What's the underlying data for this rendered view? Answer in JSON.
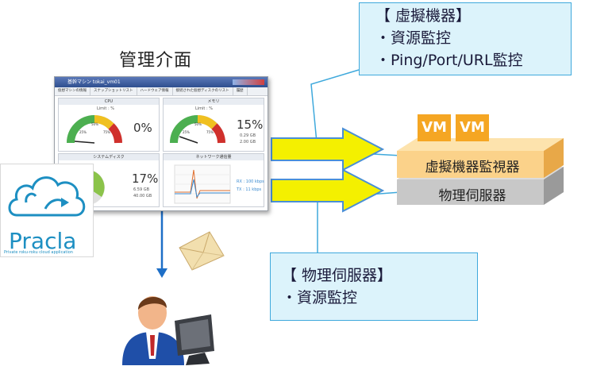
{
  "diagram": {
    "title": "管理介面",
    "callout_virtual": {
      "heading": "【 虛擬機器】",
      "items": [
        "・資源監控",
        "・Ping/Port/URL監控"
      ]
    },
    "callout_physical": {
      "heading": "【 物理伺服器】",
      "items": [
        "・資源監控"
      ]
    },
    "server": {
      "vm_label": "VM",
      "monitor_label": "虛擬機器監視器",
      "physical_label": "物理伺服器"
    },
    "logo": {
      "word": "Pracla",
      "tagline": "Private roku-roku cloud application"
    },
    "dashboard": {
      "window_title": "基幹マシン  tokai_vm01",
      "tabs": [
        "仮想マシンの情報",
        "スナップショットリスト",
        "ハードウェア情報",
        "接続された仮想ディスクのリスト",
        "履歴"
      ],
      "cpu": {
        "title": "CPU",
        "unit": "Limit : %",
        "value": "0%"
      },
      "memory": {
        "title": "メモリ",
        "unit": "Limit : %",
        "value": "15%",
        "details": [
          "0.29 GB",
          "2.00 GB"
        ]
      },
      "disk": {
        "title": "システムディスク",
        "value": "17%",
        "details": [
          "6.59 GB",
          "40.00 GB"
        ]
      },
      "network": {
        "title": "ネットワーク通信量",
        "details": [
          "RX : 100 kbps",
          "TX : 11 kbps"
        ]
      },
      "gauge_ticks": [
        "25%",
        "50%",
        "75%"
      ]
    }
  },
  "colors": {
    "accent_blue": "#3fa9dc",
    "callout_fill": "#dcf3fb",
    "vm_orange": "#f5a623",
    "monitor_layer": "#fbd28a",
    "physical_layer": "#c8c8c8",
    "arrow_yellow": "#f4f000"
  }
}
